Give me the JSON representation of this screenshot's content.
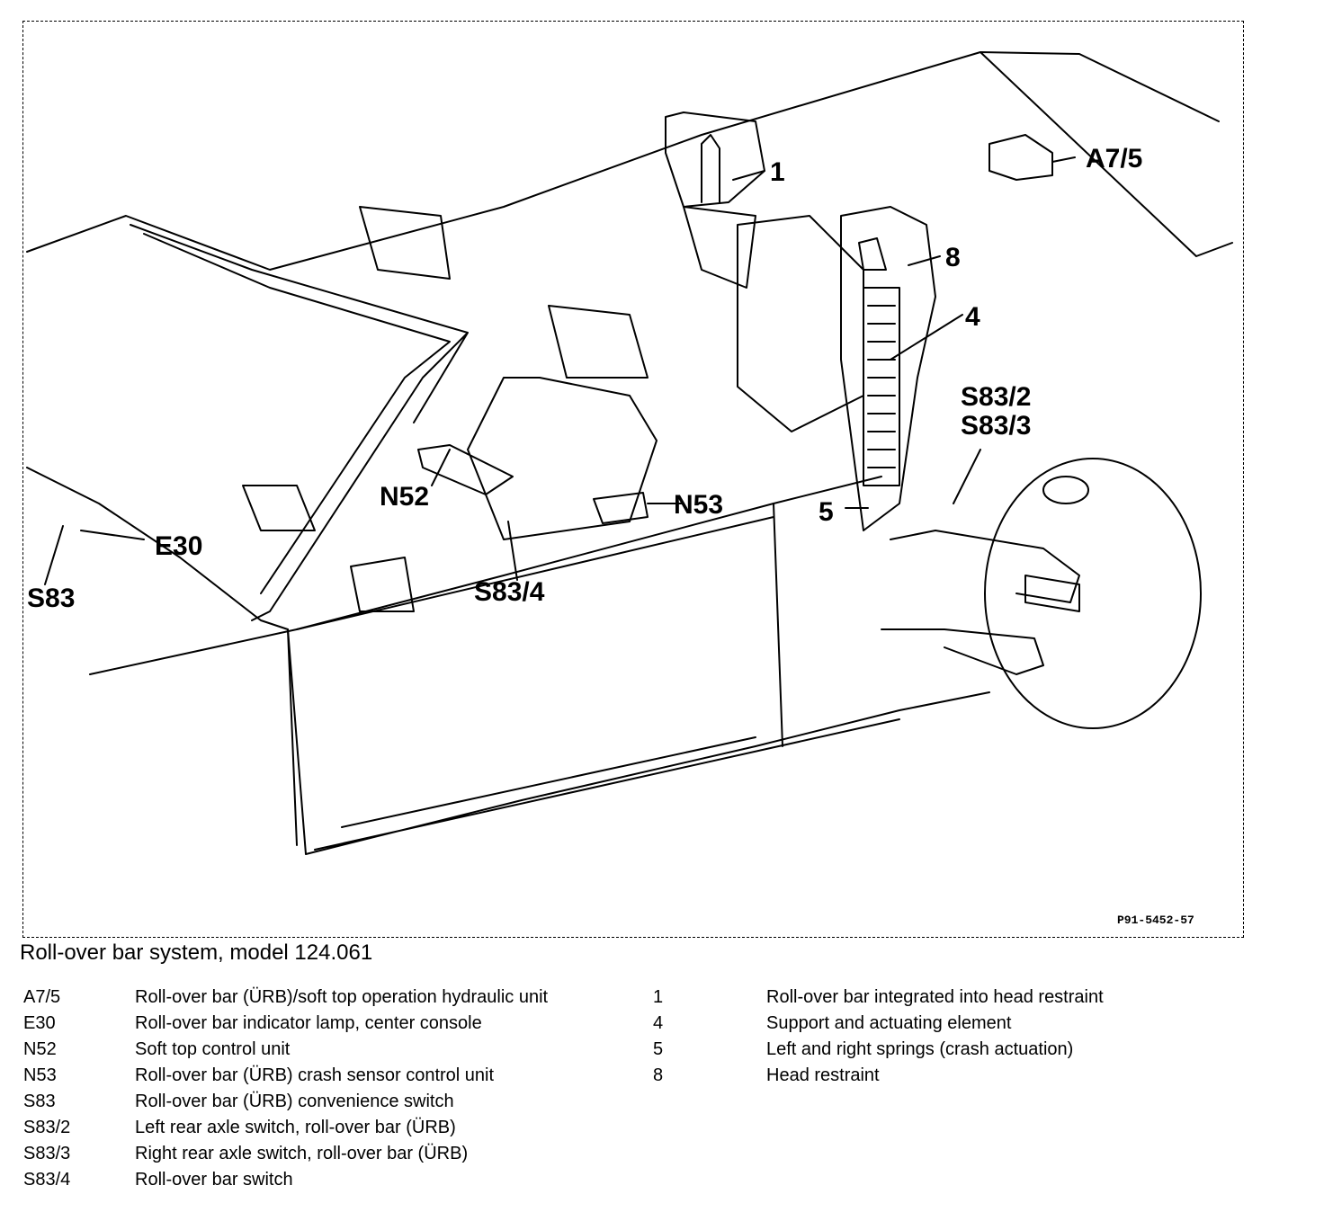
{
  "figure": {
    "callouts": {
      "a75": "A7/5",
      "one": "1",
      "eight": "8",
      "four": "4",
      "s832": "S83/2",
      "s833": "S83/3",
      "n52": "N52",
      "n53": "N53",
      "five": "5",
      "e30": "E30",
      "s83": "S83",
      "s834": "S83/4"
    },
    "drawing_code": "P91-5452-57"
  },
  "caption": "Roll-over bar system, model 124.061",
  "legend_left": [
    {
      "code": "A7/5",
      "description": "Roll-over bar (ÜRB)/soft top operation hydraulic unit"
    },
    {
      "code": "E30",
      "description": "Roll-over bar indicator lamp, center console"
    },
    {
      "code": "N52",
      "description": "Soft top control unit"
    },
    {
      "code": "N53",
      "description": "Roll-over bar (ÜRB) crash sensor control unit"
    },
    {
      "code": "S83",
      "description": "Roll-over bar (ÜRB) convenience switch"
    },
    {
      "code": "S83/2",
      "description": "Left rear axle switch, roll-over bar (ÜRB)"
    },
    {
      "code": "S83/3",
      "description": "Right rear axle switch, roll-over bar (ÜRB)"
    },
    {
      "code": "S83/4",
      "description": "Roll-over bar switch"
    }
  ],
  "legend_right": [
    {
      "code": "1",
      "description": "Roll-over bar integrated into head restraint"
    },
    {
      "code": "4",
      "description": "Support and actuating element"
    },
    {
      "code": "5",
      "description": "Left and right springs (crash actuation)"
    },
    {
      "code": "8",
      "description": "Head restraint"
    }
  ]
}
